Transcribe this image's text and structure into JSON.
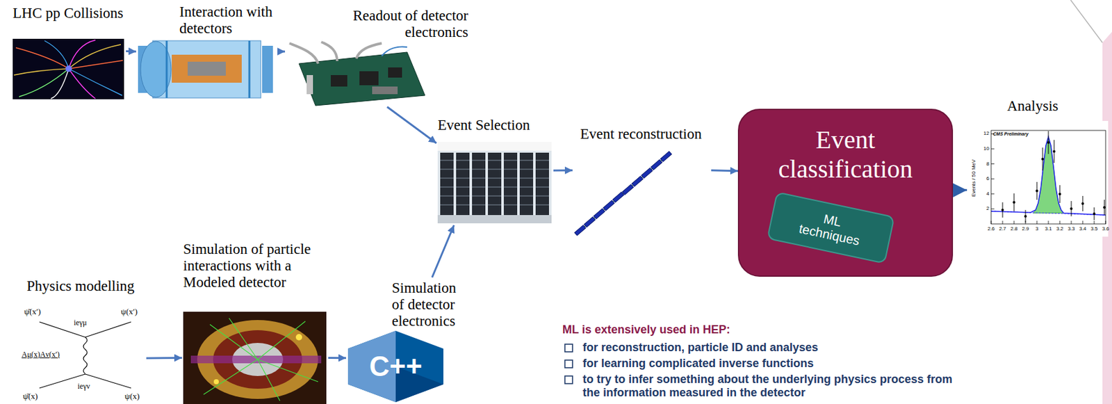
{
  "diagram": {
    "nodes": [
      {
        "text": [
          "LHC pp Collisions"
        ]
      },
      {
        "text": [
          "Interaction with detectors"
        ]
      },
      {
        "text": [
          "Readout of detector electronics"
        ]
      },
      {
        "text": [
          "Event Selection"
        ]
      },
      {
        "text": [
          "Event reconstruction"
        ]
      },
      {
        "text": [
          "Event classification"
        ]
      },
      {
        "text": [
          "ML techniques"
        ],
        "in": 5
      },
      {
        "text": [
          "Analysis"
        ]
      },
      {
        "text": [
          "Physics modelling"
        ]
      },
      {
        "text": [
          "Simulation of particle interactions with a Modeled detector"
        ]
      },
      {
        "text": [
          "Simulation of detector electronics"
        ]
      }
    ],
    "edges": [
      {
        "from": 0,
        "to": 1,
        "arrow": "to"
      },
      {
        "from": 1,
        "to": 2,
        "arrow": "to"
      },
      {
        "from": 2,
        "to": 3,
        "arrow": "to"
      },
      {
        "from": 3,
        "to": 4,
        "arrow": "to"
      },
      {
        "from": 4,
        "to": 5,
        "arrow": "to"
      },
      {
        "from": 5,
        "to": 7,
        "arrow": "to"
      },
      {
        "from": 8,
        "to": 9,
        "arrow": "to"
      },
      {
        "from": 9,
        "to": 10,
        "arrow": "to"
      },
      {
        "from": 10,
        "to": 3,
        "arrow": "to"
      }
    ],
    "labels": [
      "ML is extensively used in HEP:",
      "for reconstruction, particle ID and analyses",
      "for learning complicated inverse functions",
      "to try to infer something about the underlying physics process from the information measured in the detector",
      "ψ̄(x′)",
      "ψ(x′)",
      "ieγμ",
      "Aμ(x)Aν(x′)",
      "ieγν",
      "ψ̄(x)",
      "ψ(x)",
      "C++",
      "CMS Preliminary",
      "Events / 50 MeV",
      "2.6",
      "2.7",
      "2.8",
      "2.9",
      "3",
      "3.1",
      "3.2",
      "3.3",
      "3.4",
      "3.5",
      "3.6",
      "2",
      "4",
      "6",
      "8",
      "10",
      "12"
    ]
  }
}
